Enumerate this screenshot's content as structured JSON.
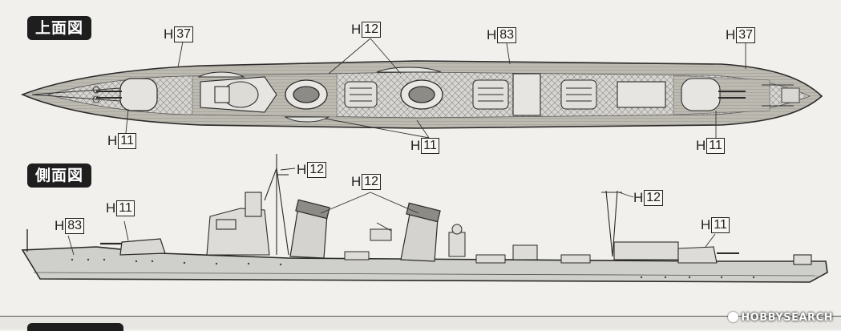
{
  "sections": {
    "top_view_label": "上面図",
    "side_view_label": "側面図"
  },
  "top_view_callouts": [
    {
      "prefix": "H",
      "num": "37"
    },
    {
      "prefix": "H",
      "num": "12"
    },
    {
      "prefix": "H",
      "num": "83"
    },
    {
      "prefix": "H",
      "num": "37"
    },
    {
      "prefix": "H",
      "num": "11"
    },
    {
      "prefix": "H",
      "num": "11"
    },
    {
      "prefix": "H",
      "num": "11"
    }
  ],
  "side_view_callouts": [
    {
      "prefix": "H",
      "num": "12"
    },
    {
      "prefix": "H",
      "num": "12"
    },
    {
      "prefix": "H",
      "num": "12"
    },
    {
      "prefix": "H",
      "num": "11"
    },
    {
      "prefix": "H",
      "num": "83"
    },
    {
      "prefix": "H",
      "num": "11"
    }
  ],
  "watermark": {
    "brand": "HOBBY",
    "suffix": "SEARCH"
  },
  "colors": {
    "hull": "#cfcfcb",
    "deck_wood": "#b9b6ae",
    "line": "#2a2a2a",
    "tab_bg": "#1e1e1e"
  }
}
